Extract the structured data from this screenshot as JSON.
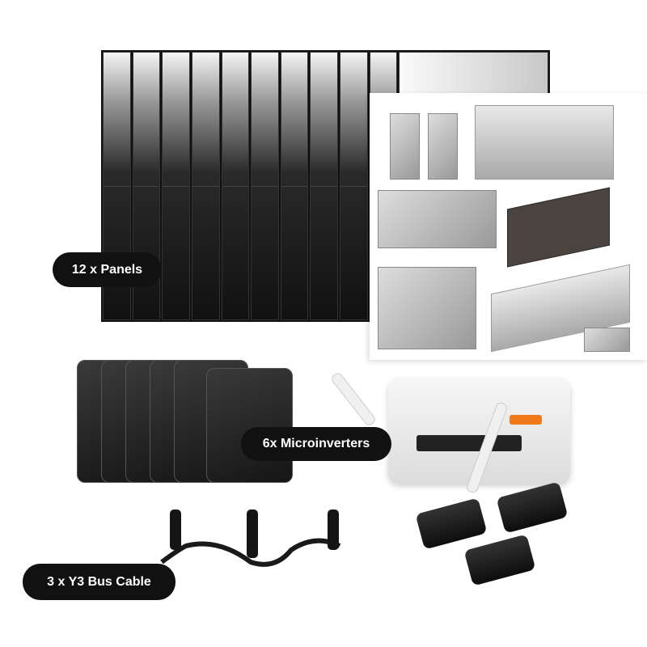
{
  "labels": {
    "panels": "12 x Panels",
    "microinverters": "6x Microinverters",
    "bus_cable": "3 x Y3 Bus Cable"
  },
  "colors": {
    "label_bg": "#111111",
    "label_text": "#ffffff"
  }
}
